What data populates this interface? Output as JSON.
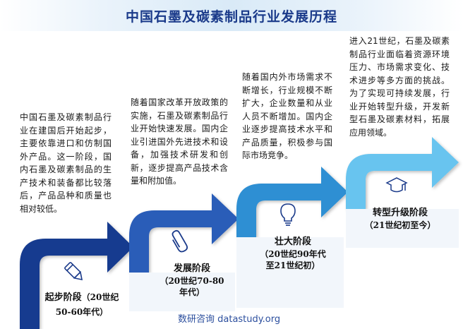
{
  "title": "中国石墨及碳素制品行业发展历程",
  "stages": [
    {
      "name": "起步阶段",
      "period": "（20世纪50-60年代）",
      "icon": "pencil-icon",
      "color": "#173b8f",
      "description": "中国石墨及碳素制品行业在建国后开始起步，主要依靠进口和仿制国外产品。这一阶段，国内石墨及碳素制品的生产技术和装备都比较落后，产品品种和质量也相对较低。"
    },
    {
      "name": "发展阶段",
      "period": "（20世纪70-80年代）",
      "icon": "paperclip-icon",
      "color": "#2a5db8",
      "description": "随着国家改革开放政策的实施，石墨及碳素制品行业开始快速发展。国内企业引进国外先进技术和设备，加强技术研发和创新，逐步提高产品技术含量和附加值。"
    },
    {
      "name": "壮大阶段",
      "period": "（20世纪90年代至21世纪初）",
      "icon": "lightbulb-icon",
      "color": "#2f8fd3",
      "description": "随着国内外市场需求不断增长，行业规模不断扩大，企业数量和从业人员不断增加。国内企业逐步提高技术水平和产品质量，积极参与国际市场竞争。"
    },
    {
      "name": "转型升级阶段",
      "period": "（21世纪初至今）",
      "icon": "graduation-cap-icon",
      "color": "#67c4ef",
      "description": "进入21世纪，石墨及碳素制品行业面临着资源环境压力、市场需求变化、技术进步等多方面的挑战。为了实现可持续发展，行业开始转型升级，开发新型石墨及碳素材料，拓展应用领域。"
    }
  ],
  "footer": "数研咨询 datastudy.org"
}
